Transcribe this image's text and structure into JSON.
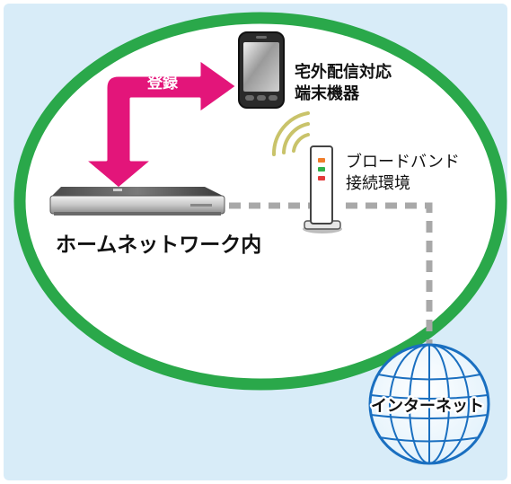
{
  "labels": {
    "register": "登録",
    "mobile_device_line1": "宅外配信対応",
    "mobile_device_line2": "端末機器",
    "broadband_line1": "ブロードバンド",
    "broadband_line2": "接続環境",
    "home_network": "ホームネットワーク内",
    "internet": "インターネット"
  },
  "colors": {
    "panel_background": "#d8ecf8",
    "home_ellipse_fill": "#ffffff",
    "home_ellipse_stroke": "#2aa84a",
    "register_arrow": "#e3157a",
    "cable_dash": "#a8a8a8",
    "globe_stroke": "#1a6fc0",
    "wifi_waves": "#c9c36a"
  },
  "icons": [
    "register-arrow-icon",
    "smartphone-icon",
    "recorder-icon",
    "wifi-router-icon",
    "globe-icon"
  ]
}
